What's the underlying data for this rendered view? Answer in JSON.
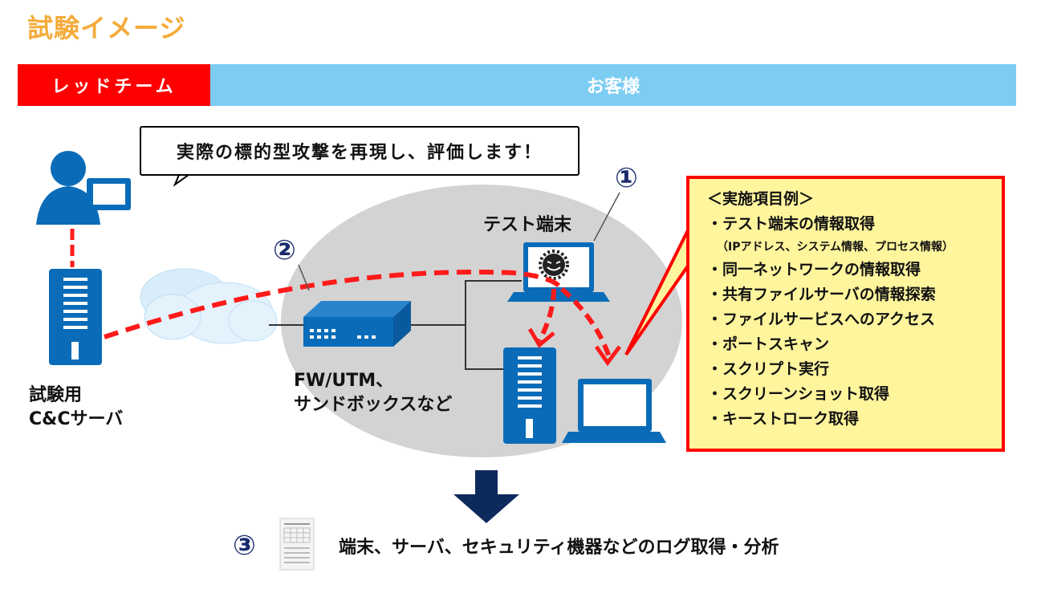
{
  "title": "試験イメージ",
  "bands": {
    "red_team": "レッドチーム",
    "customer": "お客様"
  },
  "speech_bubble": "実際の標的型攻撃を再現し、評価します！",
  "labels": {
    "cc_server_line1": "試験用",
    "cc_server_line2": "C&Cサーバ",
    "fw_line1": "FW/UTM、",
    "fw_line2": "サンドボックスなど",
    "test_terminal": "テスト端末"
  },
  "markers": {
    "one": "①",
    "two": "②",
    "three": "③"
  },
  "callout": {
    "heading": "＜実施項目例＞",
    "items": [
      "・テスト端末の情報取得",
      "（IPアドレス、システム情報、プロセス情報）",
      "・同一ネットワークの情報取得",
      "・共有ファイルサーバの情報探索",
      "・ファイルサービスへのアクセス",
      "・ポートスキャン",
      "・スクリプト実行",
      "・スクリーンショット取得",
      "・キーストローク取得"
    ]
  },
  "bottom": {
    "text": "端末、サーバ、セキュリティ機器などのログ取得・分析"
  },
  "colors": {
    "title": "#f5ab3a",
    "red_team": "#ff0000",
    "customer": "#7dcdf3",
    "device_blue": "#0a6cb8",
    "attack_path": "#ff1a1a",
    "callout_fill": "#fff59d",
    "arrow": "#0d2a5c"
  }
}
